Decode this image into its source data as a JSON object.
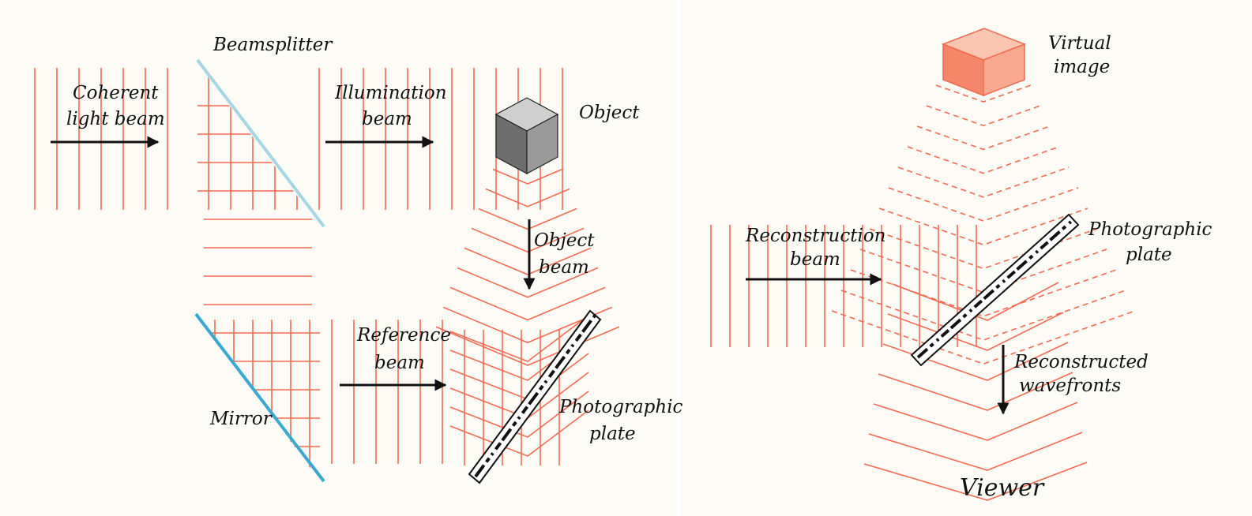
{
  "recording": {
    "beamsplitter_label": "Beamsplitter",
    "coherent_label": [
      "Coherent",
      "light beam"
    ],
    "illumination_label": [
      "Illumination",
      "beam"
    ],
    "object_label": "Object",
    "object_beam_label": [
      "Object",
      "beam"
    ],
    "reference_label": [
      "Reference",
      "beam"
    ],
    "mirror_label": "Mirror",
    "plate_label": [
      "Photographic",
      "plate"
    ]
  },
  "reconstruction": {
    "virtual_image_label": [
      "Virtual",
      "image"
    ],
    "reconstruction_beam_label": [
      "Reconstruction",
      "beam"
    ],
    "plate_label": [
      "Photographic",
      "plate"
    ],
    "reconstructed_label": [
      "Reconstructed",
      "wavefronts"
    ],
    "viewer_label": "Viewer"
  },
  "colors": {
    "wavefront": "#f26b4f",
    "beamsplitter": "#a6d6e6",
    "mirror": "#3aa9d2",
    "object_cube": "#8a8a8a",
    "virtual_image_cube": "#f59a7c",
    "background": "#fdfbf6"
  }
}
